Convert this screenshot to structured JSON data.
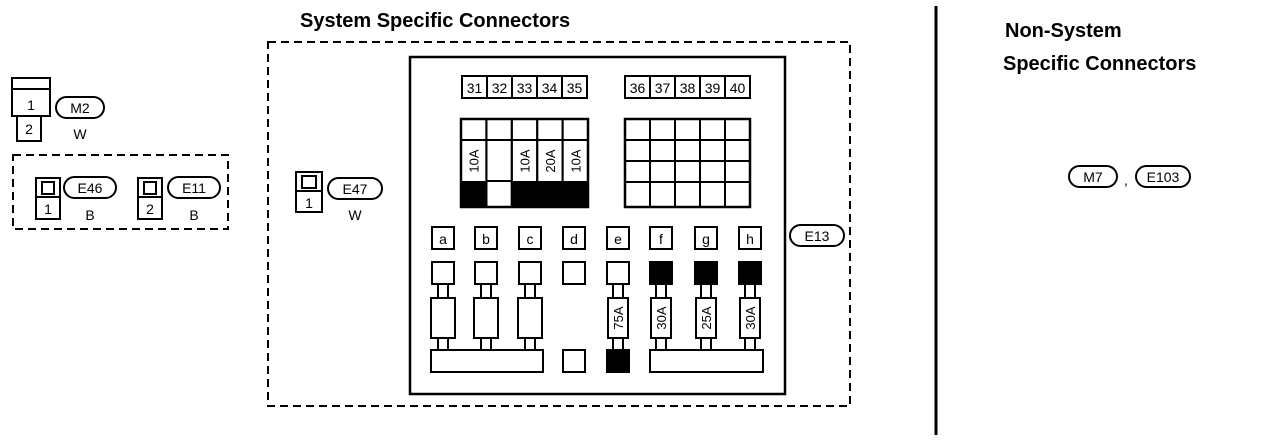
{
  "headings": {
    "system": "System Specific Connectors",
    "non_system_line1": "Non-System",
    "non_system_line2": "Specific Connectors"
  },
  "connectors": {
    "m2": {
      "tag": "M2",
      "pin_top": "1",
      "pin_bottom": "2",
      "color": "W"
    },
    "e46": {
      "tag": "E46",
      "pin": "1",
      "color": "B"
    },
    "e11": {
      "tag": "E11",
      "pin": "2",
      "color": "B"
    },
    "e47": {
      "tag": "E47",
      "pin": "1",
      "color": "W"
    },
    "e13": {
      "tag": "E13"
    }
  },
  "fuse_block": {
    "numbers_left": [
      "31",
      "32",
      "33",
      "34",
      "35"
    ],
    "numbers_right": [
      "36",
      "37",
      "38",
      "39",
      "40"
    ],
    "fuse_ratings": [
      "10A",
      "",
      "10A",
      "20A",
      "10A"
    ],
    "slot_letters": [
      "a",
      "b",
      "c",
      "d",
      "e",
      "f",
      "g",
      "h"
    ],
    "link_ratings": {
      "e": "75A",
      "f": "30A",
      "g": "25A",
      "h": "30A"
    }
  },
  "non_system": {
    "tag1": "M7",
    "separator": ",",
    "tag2": "E103"
  }
}
